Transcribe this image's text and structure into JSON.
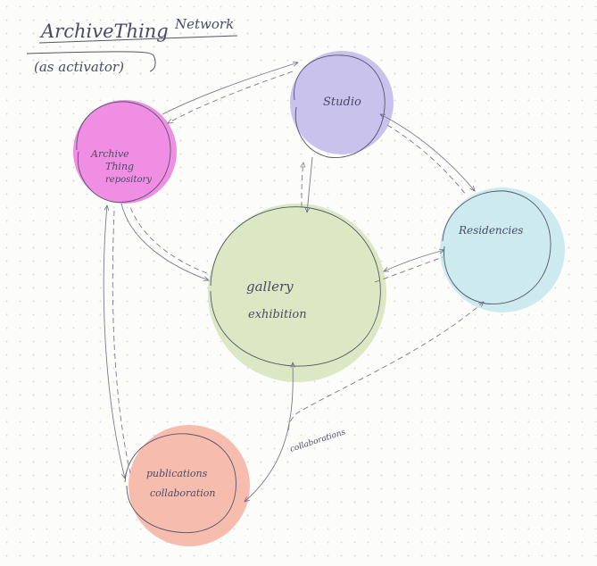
{
  "title": {
    "line1": "ArchiveThing",
    "line2": "(as activator)",
    "suffix": "Network"
  },
  "nodes": {
    "studio": {
      "label": "Studio",
      "color": "#c9c2ec"
    },
    "archive": {
      "label_lines": [
        "Archive",
        "Thing",
        "repository"
      ],
      "color": "#f08ee3"
    },
    "gallery": {
      "label_lines": [
        "gallery",
        "exhibition"
      ],
      "color": "#dce8c4"
    },
    "residencies": {
      "label": "Residencies",
      "color": "#cdebee"
    },
    "publications": {
      "label_lines": [
        "publications",
        "collaboration"
      ],
      "color": "#f6bcae"
    }
  },
  "edge_labels": {
    "collaborations": "collaborations"
  }
}
